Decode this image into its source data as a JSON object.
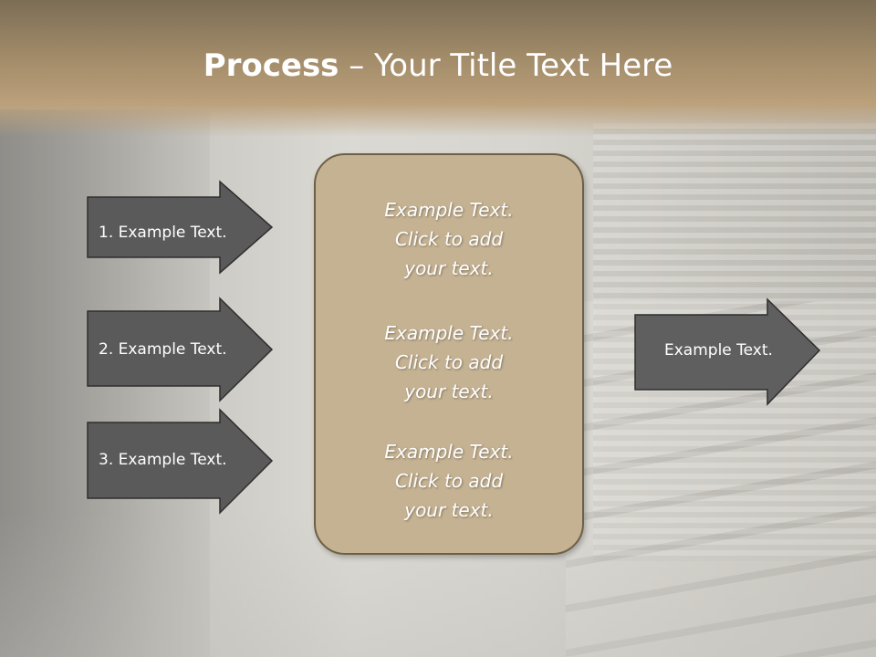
{
  "slide": {
    "title_bold": "Process",
    "title_rest": " – Your Title Text Here"
  },
  "left_arrows": [
    {
      "label": "1. Example Text."
    },
    {
      "label": "2. Example Text."
    },
    {
      "label": "3. Example Text."
    }
  ],
  "center_box": {
    "paragraphs": [
      {
        "line1": "Example Text.",
        "line2": "Click  to add",
        "line3": "your text."
      },
      {
        "line1": "Example Text.",
        "line2": "Click  to add",
        "line3": "your text."
      },
      {
        "line1": "Example Text.",
        "line2": "Click  to add",
        "line3": "your text."
      }
    ]
  },
  "right_arrow": {
    "label": "Example Text."
  },
  "colors": {
    "header": "#a08a68",
    "arrow_fill": "#5a5a5a",
    "box_fill": "#c5b292",
    "text": "#ffffff"
  }
}
